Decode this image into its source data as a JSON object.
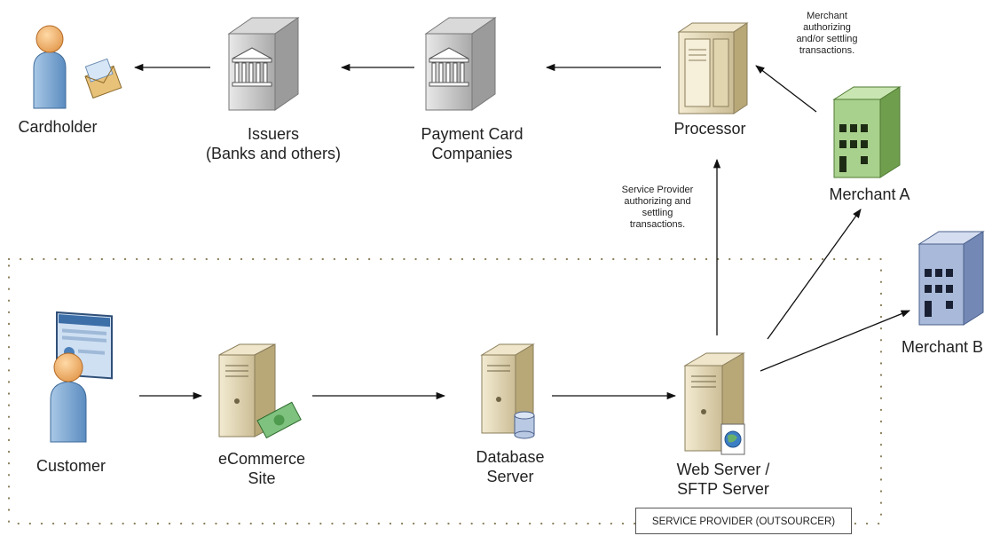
{
  "nodes": {
    "cardholder": "Cardholder",
    "issuers": "Issuers\n(Banks and others)",
    "payment_card_companies": "Payment Card\nCompanies",
    "processor": "Processor",
    "merchant_a": "Merchant A",
    "merchant_b": "Merchant B",
    "customer": "Customer",
    "ecommerce_site": "eCommerce\nSite",
    "database_server": "Database\nServer",
    "web_server": "Web Server /\nSFTP Server"
  },
  "notes": {
    "merchant_authorizing": "Merchant\nauthorizing\nand/or settling\ntransactions.",
    "service_provider_authorizing": "Service Provider\nauthorizing and\nsettling\ntransactions."
  },
  "boundary_label": "SERVICE PROVIDER (OUTSOURCER)",
  "icons": {
    "cardholder": "person-with-envelope-icon",
    "issuers": "bank-building-icon",
    "payment_card_companies": "bank-building-icon",
    "processor": "mainframe-server-icon",
    "merchant_a": "green-office-building-icon",
    "merchant_b": "blue-office-building-icon",
    "customer": "person-with-monitor-icon",
    "ecommerce_site": "server-with-money-icon",
    "database_server": "server-with-database-icon",
    "web_server": "server-with-globe-icon"
  },
  "colors": {
    "skin": "#f2b272",
    "shirt": "#7ba7cf",
    "server_body": "#e7dcc0",
    "merchant_a": "#a9d18e",
    "merchant_b": "#a8b9d9",
    "dotted_border": "#8a7f5a"
  }
}
